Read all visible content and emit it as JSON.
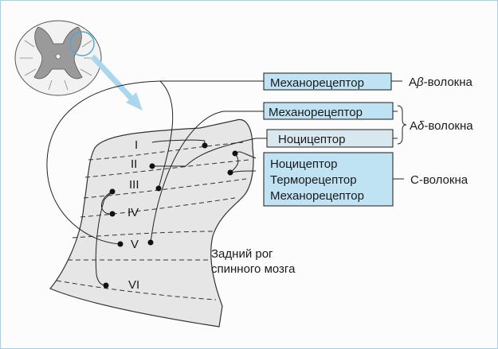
{
  "colors": {
    "frame_border": "#9fd3ea",
    "box_fill": "#bfe3f3",
    "cord_white": "#f2f2f2",
    "cord_gray": "#9a9a9a",
    "horn_fill": "#e6e6e6",
    "arrow": "#a9d7ee"
  },
  "laminae": {
    "I": "I",
    "II": "II",
    "III": "III",
    "IV": "IV",
    "V": "V",
    "VI": "VI"
  },
  "receptors": {
    "mechano_abeta": "Механорецептор",
    "mechano_adelta": "Механорецептор",
    "noci_adelta": "Ноцицептор",
    "c_noci": "Ноцицептор",
    "c_thermo": "Терморецептор",
    "c_mechano": "Механорецептор"
  },
  "fibers": {
    "abeta_prefix": "A",
    "abeta_symbol": "β",
    "abeta_suffix": "-волокна",
    "adelta_prefix": "A",
    "adelta_symbol": "δ",
    "adelta_suffix": "-волокна",
    "c": "C-волокна"
  },
  "caption": {
    "line1": "Задний рог",
    "line2": "спинного мозга"
  },
  "icons": {
    "cord": "spinal-cord-cross-section-icon",
    "arrow": "zoom-arrow-icon"
  }
}
